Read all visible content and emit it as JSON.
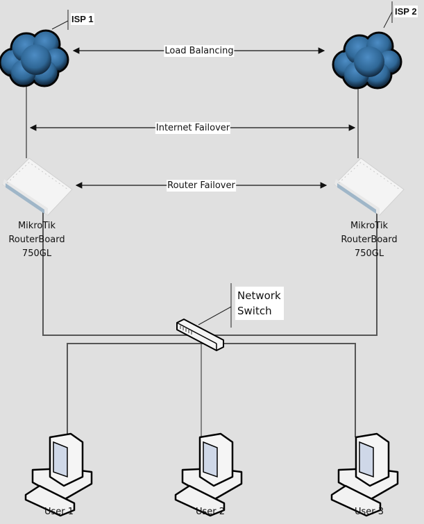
{
  "isp": [
    {
      "label": "ISP 1"
    },
    {
      "label": "ISP 2"
    }
  ],
  "links": {
    "load_balancing": "Load Balancing",
    "internet_failover": "Internet Failover",
    "router_failover": "Router Failover"
  },
  "routers": [
    {
      "line1": "MikroTik",
      "line2": "RouterBoard",
      "line3": "750GL"
    },
    {
      "line1": "MikroTik",
      "line2": "RouterBoard",
      "line3": "750GL"
    }
  ],
  "switch": {
    "line1": "Network",
    "line2": "Switch"
  },
  "users": [
    {
      "label": "User 1"
    },
    {
      "label": "User 2"
    },
    {
      "label": "User 3"
    }
  ],
  "colors": {
    "background": "#e0e0e0",
    "cloud": "#3f78aa",
    "line": "#555555"
  }
}
